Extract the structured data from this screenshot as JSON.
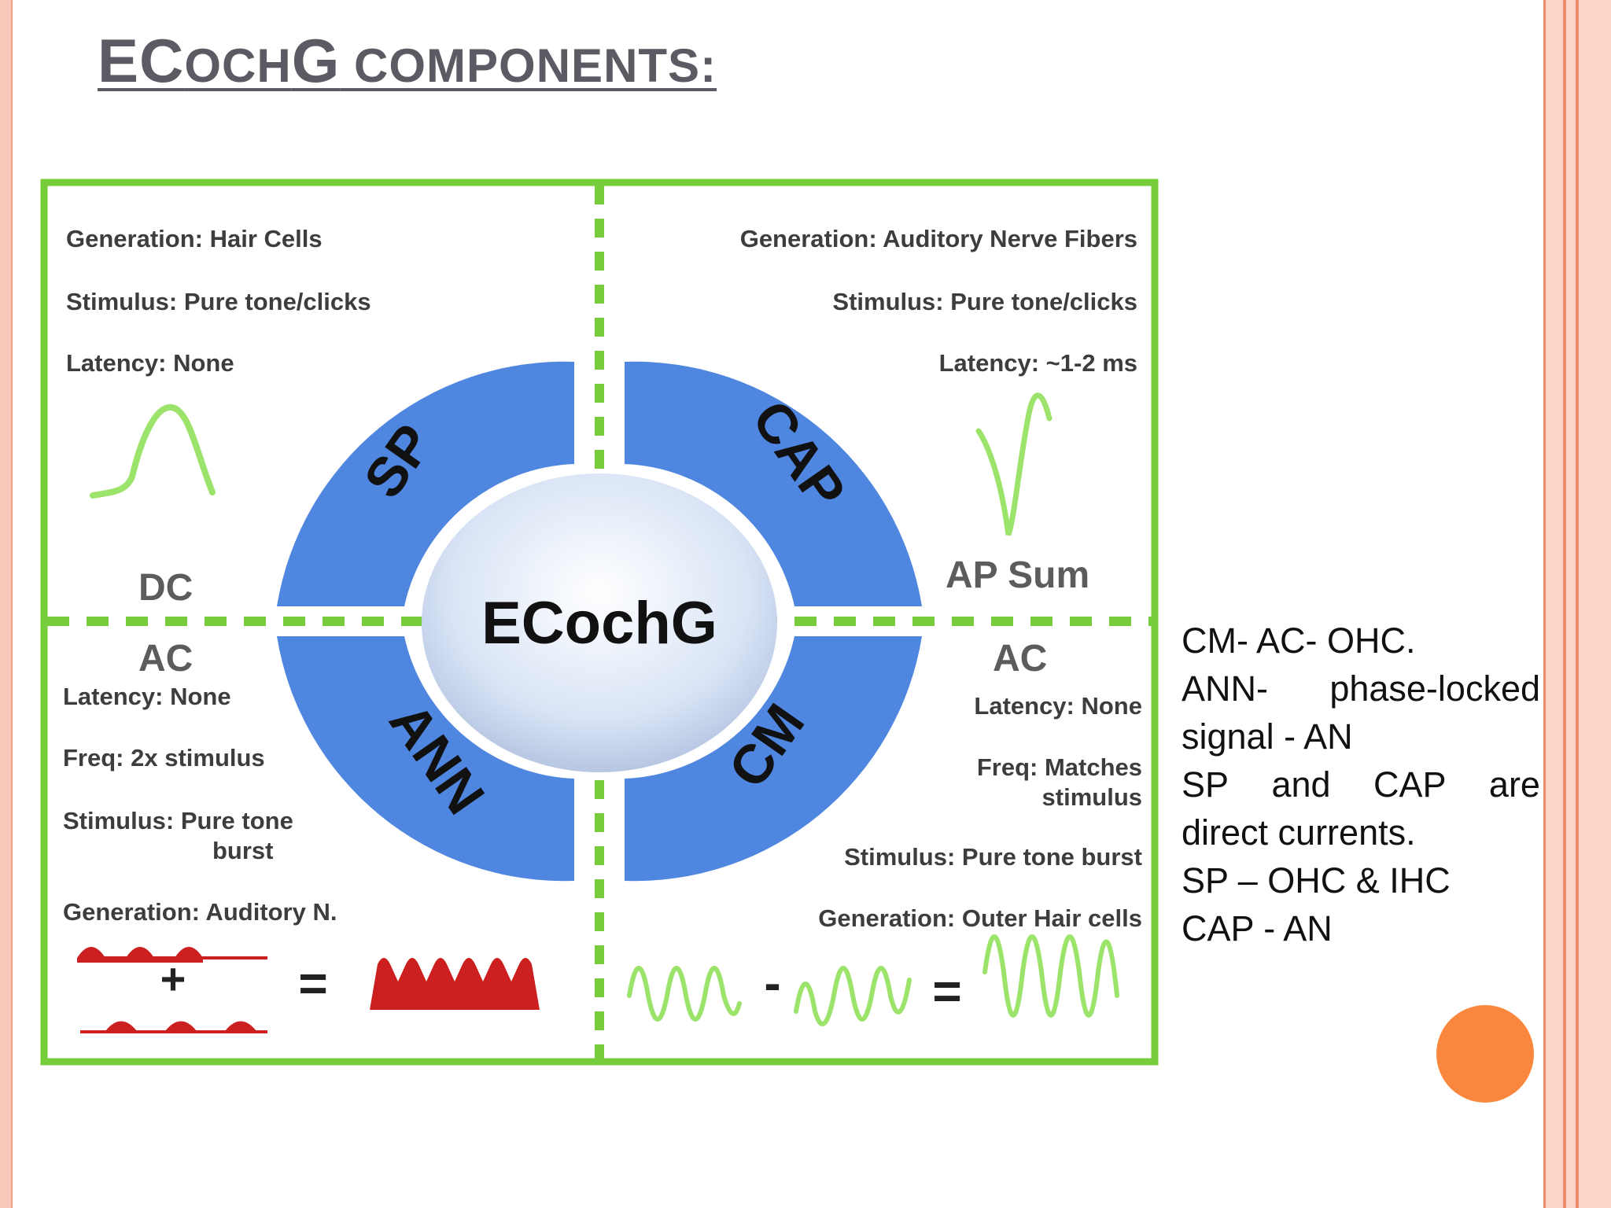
{
  "slide": {
    "title_big_1": "EC",
    "title_small_1": "OCH",
    "title_big_2": "G",
    "title_small_2": " COMPONENTS:",
    "accent_color": "#f9873e",
    "frame_color": "#f08c6c"
  },
  "diagram": {
    "center_label": "ECochG",
    "segments": {
      "top_left": "SP",
      "top_right": "CAP",
      "bottom_left": "ANN",
      "bottom_right": "CM"
    },
    "top_left": {
      "generation": "Generation: Hair Cells",
      "stimulus": "Stimulus: Pure tone/clicks",
      "latency": "Latency: None",
      "type_label": "DC"
    },
    "top_right": {
      "generation": "Generation: Auditory Nerve Fibers",
      "stimulus": "Stimulus: Pure tone/clicks",
      "latency": "Latency: ~1-2 ms",
      "type_label": "AP Sum"
    },
    "bottom_left": {
      "type_label": "AC",
      "latency": "Latency: None",
      "freq": "Freq: 2x stimulus",
      "stimulus_line1": "Stimulus: Pure tone",
      "stimulus_line2": "burst",
      "generation": "Generation: Auditory N.",
      "plus": "+",
      "equals": "="
    },
    "bottom_right": {
      "type_label": "AC",
      "latency": "Latency: None",
      "freq_line1": "Freq: Matches",
      "freq_line2": "stimulus",
      "stimulus": "Stimulus: Pure tone burst",
      "generation": "Generation: Outer Hair cells",
      "minus": "-",
      "equals": "="
    },
    "colors": {
      "frame_green": "#76cc3a",
      "ring_blue": "#4f86e0",
      "wave_green": "#9be36a",
      "wave_red": "#cc1f1f"
    }
  },
  "notes": {
    "line1": "CM- AC- OHC.",
    "line2a": "ANN-",
    "line2b": "phase-locked",
    "line3": "signal - AN",
    "line4a": "SP",
    "line4b": "and",
    "line4c": "CAP",
    "line4d": "are",
    "line5": "direct currents.",
    "line6": "SP – OHC & IHC",
    "line7": "CAP - AN"
  }
}
